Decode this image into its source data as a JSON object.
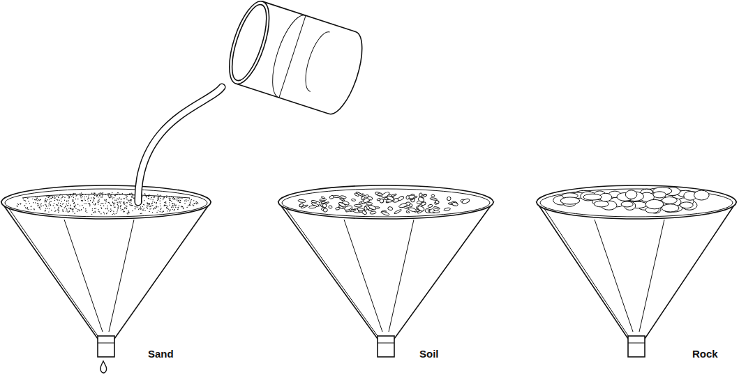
{
  "diagram": {
    "labels": [
      "Sand",
      "Soil",
      "Rock"
    ]
  }
}
